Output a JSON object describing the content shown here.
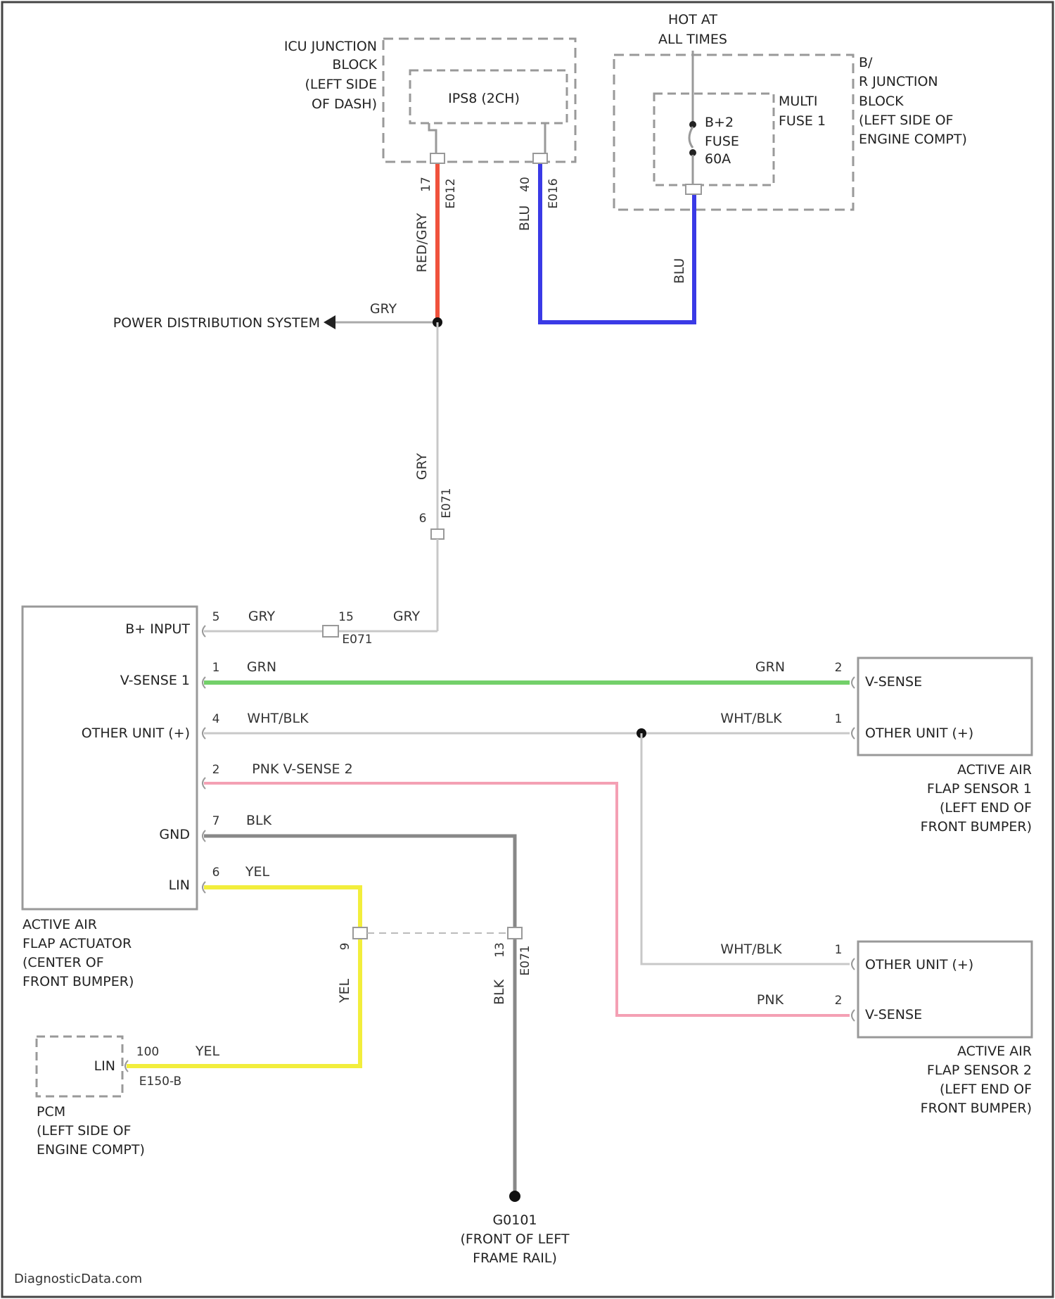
{
  "watermark": "DiagnosticData.com",
  "components": {
    "icu_block_label": [
      "ICU JUNCTION",
      "BLOCK",
      "(LEFT SIDE",
      "OF DASH)"
    ],
    "ips_label": "IPS8 (2CH)",
    "hot_label": [
      "HOT AT",
      "ALL TIMES"
    ],
    "bjb_label": [
      "B/",
      "R JUNCTION",
      "BLOCK",
      "(LEFT SIDE OF",
      "ENGINE COMPT)"
    ],
    "multifuse_label": [
      "MULTI",
      "FUSE 1"
    ],
    "fuse": [
      "B+2",
      "FUSE",
      "60A"
    ],
    "power_dist": "POWER DISTRIBUTION SYSTEM",
    "actuator": {
      "pins": [
        {
          "name": "B+ INPUT",
          "num": "5",
          "wire": "GRY"
        },
        {
          "name": "V-SENSE 1",
          "num": "1",
          "wire": "GRN"
        },
        {
          "name": "OTHER UNIT (+)",
          "num": "4",
          "wire": "WHT/BLK"
        },
        {
          "name": "",
          "num": "2",
          "wire": "PNK V-SENSE 2"
        },
        {
          "name": "GND",
          "num": "7",
          "wire": "BLK"
        },
        {
          "name": "LIN",
          "num": "6",
          "wire": "YEL"
        }
      ],
      "label": [
        "ACTIVE AIR",
        "FLAP ACTUATOR",
        "(CENTER OF",
        "FRONT BUMPER)"
      ]
    },
    "sensor1": {
      "pins": [
        {
          "name": "V-SENSE",
          "num": "2",
          "wire": "GRN"
        },
        {
          "name": "OTHER UNIT (+)",
          "num": "1",
          "wire": "WHT/BLK"
        }
      ],
      "label": [
        "ACTIVE AIR",
        "FLAP SENSOR 1",
        "(LEFT END OF",
        "FRONT BUMPER)"
      ]
    },
    "sensor2": {
      "pins": [
        {
          "name": "OTHER UNIT (+)",
          "num": "1",
          "wire": "WHT/BLK"
        },
        {
          "name": "V-SENSE",
          "num": "2",
          "wire": "PNK"
        }
      ],
      "label": [
        "ACTIVE AIR",
        "FLAP SENSOR 2",
        "(LEFT END OF",
        "FRONT BUMPER)"
      ]
    },
    "pcm": {
      "pin_name": "LIN",
      "pin_num": "100",
      "connector": "E150-B",
      "wire": "YEL",
      "label": [
        "PCM",
        "(LEFT SIDE OF",
        "ENGINE COMPT)"
      ]
    },
    "ground": {
      "id": "G0101",
      "label": [
        "(FRONT OF LEFT",
        "FRAME RAIL)"
      ]
    }
  },
  "wires": {
    "red_pin": "17",
    "red_conn": "E012",
    "red_color": "RED/GRY",
    "blu_pin": "40",
    "blu_conn": "E016",
    "blu_color": "BLU",
    "blu_color2": "BLU",
    "gry_branch": "GRY",
    "gry_vertical": "GRY",
    "c_pin": "6",
    "c_conn": "E071",
    "gry_top_right": "GRY",
    "gry_pin": "15",
    "gry_conn": "E071",
    "yel_pin": "9",
    "yel_vert": "YEL",
    "blk_pin": "13",
    "blk_conn": "E071",
    "blk_vert": "BLK",
    "wht_blk_mid": "WHT/BLK",
    "wht_blk_low": "WHT/BLK",
    "pnk_right": "PNK",
    "grn_right": "GRN"
  },
  "colors": {
    "red": "#f0523c",
    "blue": "#3a3ae6",
    "green": "#73d06a",
    "pink": "#f4a0b4",
    "yellow": "#f2ee3c",
    "gray": "#9a9a9a",
    "black_wire": "#777777",
    "light": "#c8c8c8"
  }
}
